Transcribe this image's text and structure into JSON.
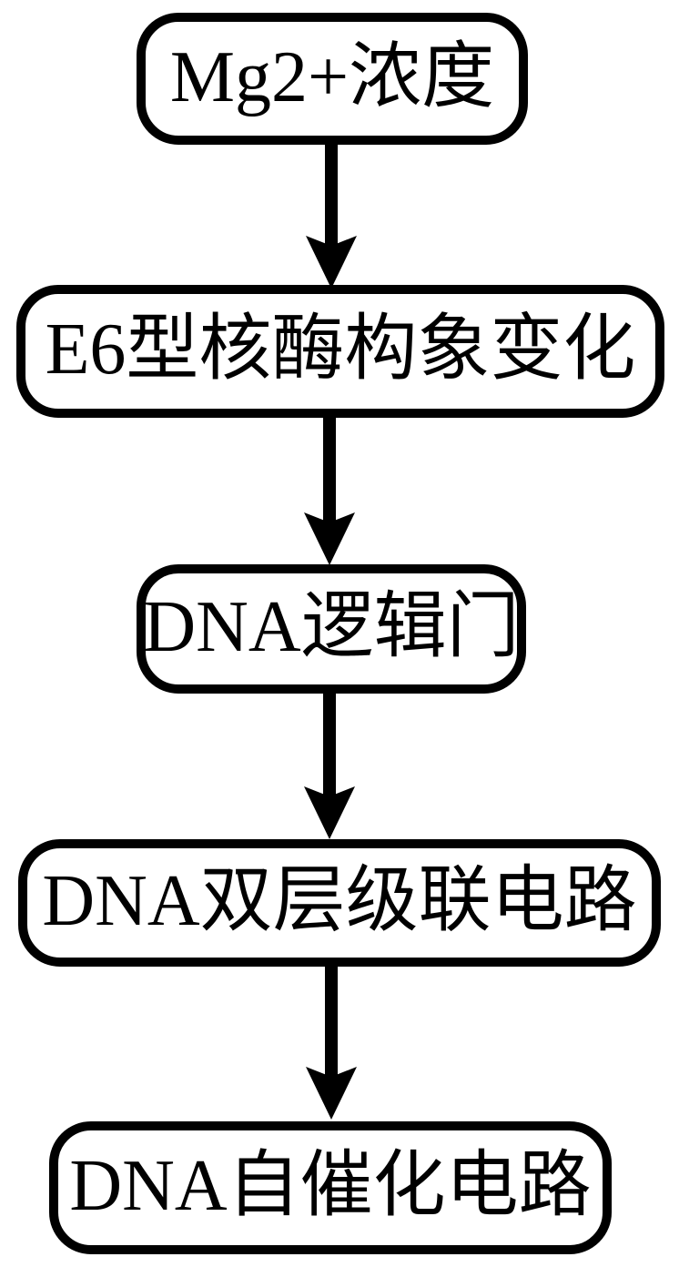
{
  "diagram": {
    "type": "flowchart",
    "direction": "top-down",
    "colors": {
      "stroke": "#000000",
      "fill": "#ffffff",
      "text": "#000000"
    },
    "nodes": [
      {
        "id": "mg2-concentration",
        "label": "Mg2+浓度"
      },
      {
        "id": "e6-ribozyme-conformation-change",
        "label": "E6型核酶构象变化"
      },
      {
        "id": "dna-logic-gate",
        "label": "DNA逻辑门"
      },
      {
        "id": "dna-double-layer-cascade-circuit",
        "label": "DNA双层级联电路"
      },
      {
        "id": "dna-autocatalytic-circuit",
        "label": "DNA自催化电路"
      }
    ],
    "edges": [
      {
        "from": "mg2-concentration",
        "to": "e6-ribozyme-conformation-change",
        "style": "solid-arrow-down"
      },
      {
        "from": "e6-ribozyme-conformation-change",
        "to": "dna-logic-gate",
        "style": "solid-arrow-down"
      },
      {
        "from": "dna-logic-gate",
        "to": "dna-double-layer-cascade-circuit",
        "style": "solid-arrow-down"
      },
      {
        "from": "dna-double-layer-cascade-circuit",
        "to": "dna-autocatalytic-circuit",
        "style": "solid-arrow-down"
      }
    ]
  }
}
